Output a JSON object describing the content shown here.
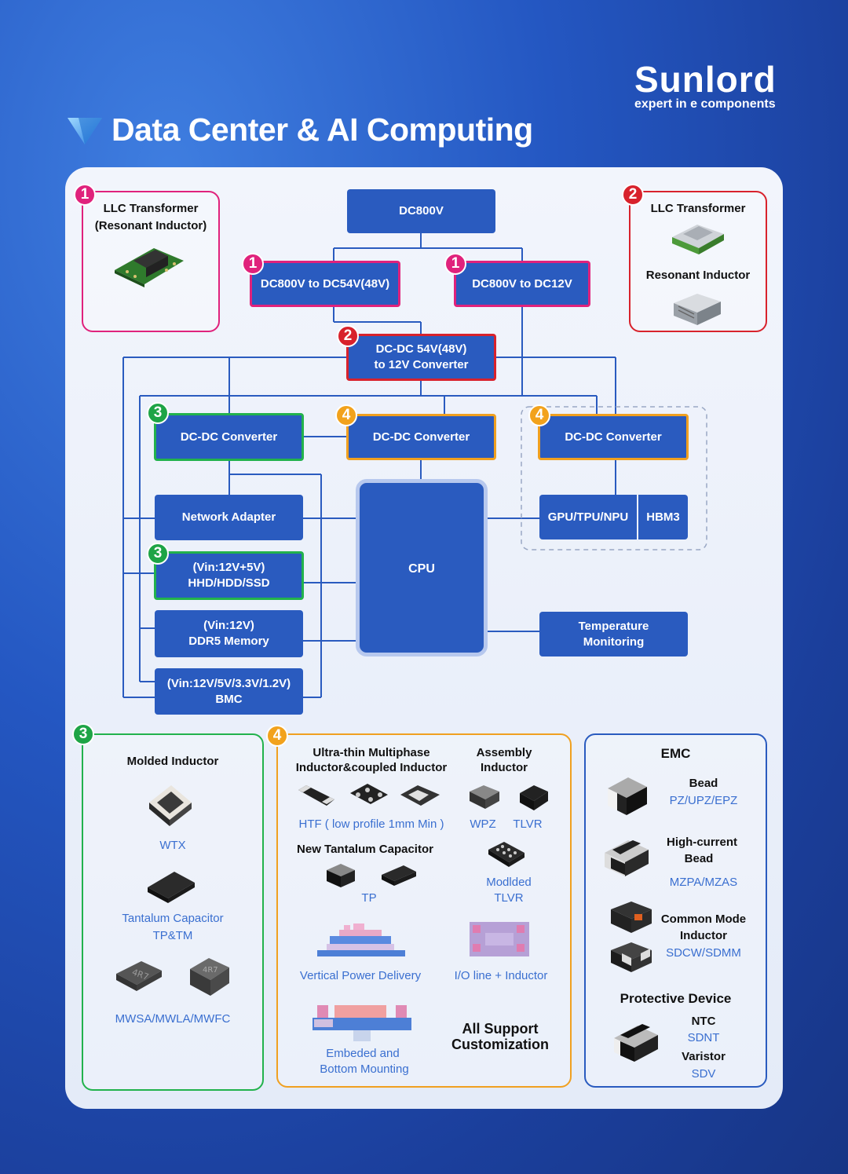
{
  "brand": {
    "name": "Sunlord",
    "tagline": "expert in e components"
  },
  "page_title": "Data Center & AI Computing",
  "diagram": {
    "dc800v": "DC800V",
    "dc800v_to_dc54v": "DC800V to DC54V(48V)",
    "dc800v_to_dc12v": "DC800V to DC12V",
    "dcdc_54v_line1": "DC-DC 54V(48V)",
    "dcdc_54v_line2": "to 12V Converter",
    "dcdc_left": "DC-DC Converter",
    "dcdc_mid": "DC-DC Converter",
    "dcdc_right": "DC-DC Converter",
    "network_adapter": "Network Adapter",
    "hdd_line1": "(Vin:12V+5V)",
    "hdd_line2": "HHD/HDD/SSD",
    "ddr5_line1": "(Vin:12V)",
    "ddr5_line2": "DDR5 Memory",
    "bmc_line1": "(Vin:12V/5V/3.3V/1.2V)",
    "bmc_line2": "BMC",
    "cpu": "CPU",
    "gpu": "GPU/TPU/NPU",
    "hbm3": "HBM3",
    "temp_line1": "Temperature",
    "temp_line2": "Monitoring"
  },
  "badges": {
    "one": "1",
    "two": "2",
    "three": "3",
    "four": "4"
  },
  "llc_left": {
    "line1": "LLC Transformer",
    "line2": "(Resonant Inductor)"
  },
  "llc_right": {
    "title": "LLC Transformer",
    "sub": "Resonant Inductor"
  },
  "molded": {
    "title": "Molded Inductor",
    "wtx": "WTX",
    "tantalum": "Tantalum Capacitor",
    "tptm": "TP&TM",
    "mwsa": "MWSA/MWLA/MWFC",
    "marking": "4R7"
  },
  "multiphase": {
    "title_line1": "Ultra-thin Multiphase",
    "title_line2": "Inductor&coupled Inductor",
    "htf": "HTF ( low profile 1mm Min )",
    "assembly_line1": "Assembly",
    "assembly_line2": "Inductor",
    "wpz": "WPZ",
    "tlvr": "TLVR",
    "tantalum_title": "New Tantalum Capacitor",
    "tp": "TP",
    "modded_line1": "Modlded",
    "modded_line2": "TLVR",
    "vertical": "Vertical Power Delivery",
    "io": "I/O line + Inductor",
    "embedded_line1": "Embeded and",
    "embedded_line2": "Bottom Mounting",
    "support_line1": "All Support",
    "support_line2": "Customization"
  },
  "emc": {
    "title": "EMC",
    "bead": "Bead",
    "bead_parts": "PZ/UPZ/EPZ",
    "hc_line1": "High-current",
    "hc_line2": "Bead",
    "hc_parts": "MZPA/MZAS",
    "cm_line1": "Common Mode",
    "cm_line2": "Inductor",
    "cm_parts": "SDCW/SDMM",
    "protective": "Protective Device",
    "ntc": "NTC",
    "sdnt": "SDNT",
    "varistor": "Varistor",
    "sdv": "SDV"
  },
  "colors": {
    "box": "#2a5bbf",
    "line": "#2a5bbf",
    "pink": "#e0227c",
    "green": "#22b24c",
    "orange": "#f0a020",
    "red": "#d8222c"
  }
}
